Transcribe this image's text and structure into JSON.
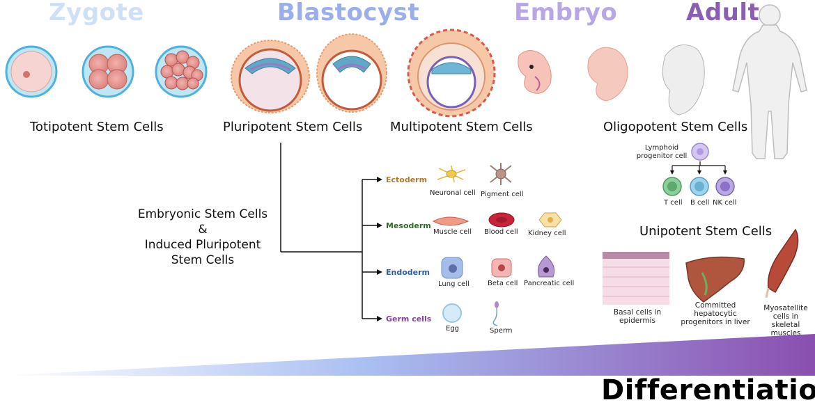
{
  "stages": [
    {
      "label": "Zygote",
      "color": "#cfe0f6"
    },
    {
      "label": "Blastocyst",
      "color": "#9aaeec"
    },
    {
      "label": "Embryo",
      "color": "#b9a6e6"
    },
    {
      "label": "Adult",
      "color": "#8a5fb2"
    }
  ],
  "potency": {
    "totipotent": "Totipotent Stem Cells",
    "pluripotent": "Pluripotent Stem Cells",
    "multipotent": "Multipotent Stem Cells",
    "oligopotent": "Oligopotent Stem Cells",
    "unipotent": "Unipotent Stem Cells"
  },
  "esc": {
    "line1": "Embryonic Stem Cells",
    "line2": "&",
    "line3": "Induced Pluripotent",
    "line4": "Stem Cells"
  },
  "germ_layers": [
    {
      "label": "Ectoderm",
      "color": "#b07a2a",
      "cells": [
        "Neuronal cell",
        "Pigment cell"
      ]
    },
    {
      "label": "Mesoderm",
      "color": "#2f6b2a",
      "cells": [
        "Muscle cell",
        "Blood cell",
        "Kidney cell"
      ]
    },
    {
      "label": "Endoderm",
      "color": "#2a5ea8",
      "cells": [
        "Lung cell",
        "Beta cell",
        "Pancreatic cell"
      ]
    },
    {
      "label": "Germ cells",
      "color": "#8a3fa0",
      "cells": [
        "Egg",
        "Sperm"
      ]
    }
  ],
  "lymphoid": {
    "progenitor": "Lymphoid progenitor cell",
    "children": [
      "T cell",
      "B cell",
      "NK cell"
    ]
  },
  "unipotent_cells": [
    "Basal cells in epidermis",
    "Committed hepatocytic progenitors in liver",
    "Myosatellite cells in skeletal muscles"
  ],
  "differentiation": "Differentiation",
  "gradient": {
    "start": "#ffffff",
    "mid": "#a9bff2",
    "end": "#8a4fb0"
  }
}
